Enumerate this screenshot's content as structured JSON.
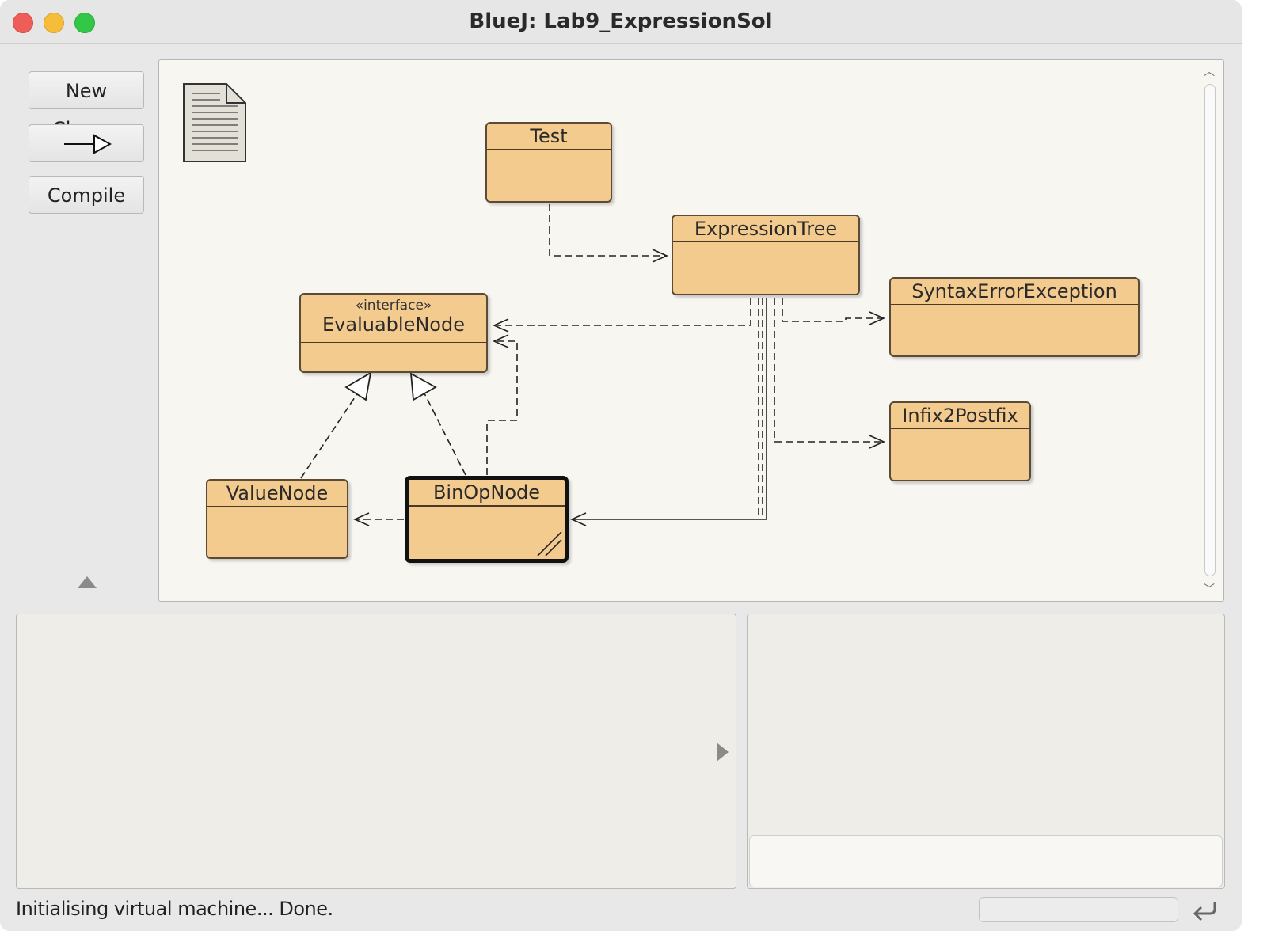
{
  "window": {
    "title": "BlueJ:  Lab9_ExpressionSol"
  },
  "toolbar": {
    "new_class_label": "New Class...",
    "inheritance_arrow_icon": "arrow-right-hollow-icon",
    "compile_label": "Compile"
  },
  "diagram": {
    "readme_icon": "document-icon",
    "classes": {
      "test": "Test",
      "expression_tree": "ExpressionTree",
      "syntax_error": "SyntaxErrorException",
      "evaluable_stereotype": "«interface»",
      "evaluable": "EvaluableNode",
      "infix2postfix": "Infix2Postfix",
      "value_node": "ValueNode",
      "binop_node": "BinOpNode"
    },
    "selected_class": "BinOpNode"
  },
  "status": {
    "text": "Initialising virtual machine... Done."
  },
  "colors": {
    "class_fill": "#f4cb8e",
    "canvas_bg": "#f8f6f1",
    "window_bg": "#e8e8e8"
  }
}
